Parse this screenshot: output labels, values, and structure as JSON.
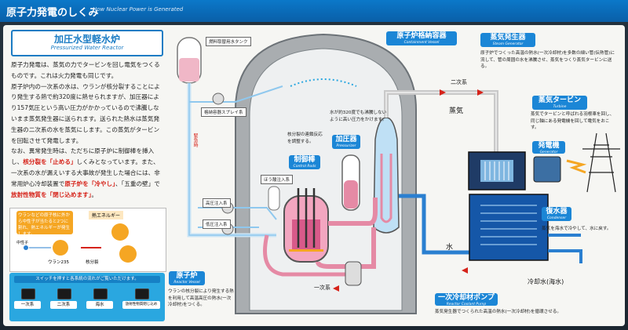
{
  "header": {
    "title_jp": "原子力発電のしくみ",
    "title_en": "How Nuclear Power is Generated"
  },
  "intro": {
    "title_jp": "加圧水型軽水炉",
    "title_en": "Pressurized Water Reactor",
    "p1": "原子力発電は、蒸気の力でタービンを回し電気をつくるものです。これは火力発電も同じです。",
    "p2": "原子炉内の一次系の水は、ウランが核分裂することにより発生する熱で約320度に熱せられますが、加圧器により157気圧という高い圧力がかかっているので沸騰しないまま蒸気発生器に送られます。送られた熱水は蒸気発生器の二次系の水を蒸気にします。この蒸気がタービンを回転させて発電します。",
    "p3_a": "なお、異常発生時は、ただちに原子炉に制御棒を挿入し、",
    "p3_red1": "核分裂を「止める」",
    "p3_b": "しくみとなっています。また、一次系の水が漏えいする大事故が発生した場合には、非常用炉心冷却装置で",
    "p3_red2": "原子炉を「冷やし」",
    "p3_c": "、「五重の壁」で",
    "p3_red3": "放射性物質を「閉じ込めます」",
    "p3_d": "。"
  },
  "fission": {
    "note": "ウランなどの原子核に外から中性子が当たると2つに割れ、熱エネルギーが発生します。",
    "energy_label": "熱エネルギー",
    "neutron": "中性子",
    "uranium": "ウラン235",
    "split": "核分裂"
  },
  "switch_panel": {
    "instruction": "スイッチを押すと各系統の流れがご覧いただけます。",
    "buttons": [
      "一次系",
      "二次系",
      "海水",
      "放射性物質閉じ込め"
    ]
  },
  "labels": {
    "fuel_tank": "燃料取替用水タンク",
    "spray_pump": "格納容器スプレイ系",
    "emergency": "緊急時",
    "hp_injection": "高圧注入系",
    "lp_injection": "低圧注入系",
    "boron": "ほう酸注入系",
    "primary": "一次系",
    "secondary": "二次系",
    "steam": "蒸気",
    "water": "水",
    "containment": {
      "jp": "原子炉格納容器",
      "en": "Containment Vessel"
    },
    "pressurizer": {
      "jp": "加圧器",
      "en": "Pressurizer",
      "desc": "水が約320度でも沸騰しないように高い圧力をかけます。"
    },
    "control_rod": {
      "jp": "制御棒",
      "en": "Control Rods",
      "desc": "核分裂の連鎖反応を調整する。"
    },
    "reactor": {
      "jp": "原子炉",
      "en": "Reactor Vessel",
      "desc": "ウランの核分裂により発生する熱を利用して高温高圧の熱水(一次冷却材)をつくる。"
    },
    "steam_generator": {
      "jp": "蒸気発生器",
      "en": "Steam Generator",
      "desc": "原子炉でつくった高温の熱水(一次冷却材)を多数の細い管(伝熱管)に流して、管の周囲の水を沸騰させ、蒸気をつくり蒸気タービンに送る。"
    },
    "turbine": {
      "jp": "蒸気タービン",
      "en": "Turbine",
      "desc": "蒸気でタービンと呼ばれる羽根車を回し、同じ軸にある発電機を回して電気をおこす。"
    },
    "generator": {
      "jp": "発電機",
      "en": "Generator"
    },
    "condenser": {
      "jp": "復水器",
      "en": "Condenser",
      "desc": "蒸気を海水で冷やして、水に戻す。"
    },
    "coolant_pump": {
      "jp": "一次冷却材ポンプ",
      "en": "Reactor Coolant Pump",
      "desc": "蒸気発生器でつくられた高温の熱水(一次冷却材)を循環させる。"
    },
    "seawater": "冷却水(海水)"
  },
  "colors": {
    "primary_loop": "#e58aa5",
    "secondary_loop": "#8fc8ee",
    "containment": "#9aa0a6",
    "header_blue": "#0b6fbf",
    "accent_red": "#d6231a",
    "panel_bg": "#f6f6f3"
  }
}
